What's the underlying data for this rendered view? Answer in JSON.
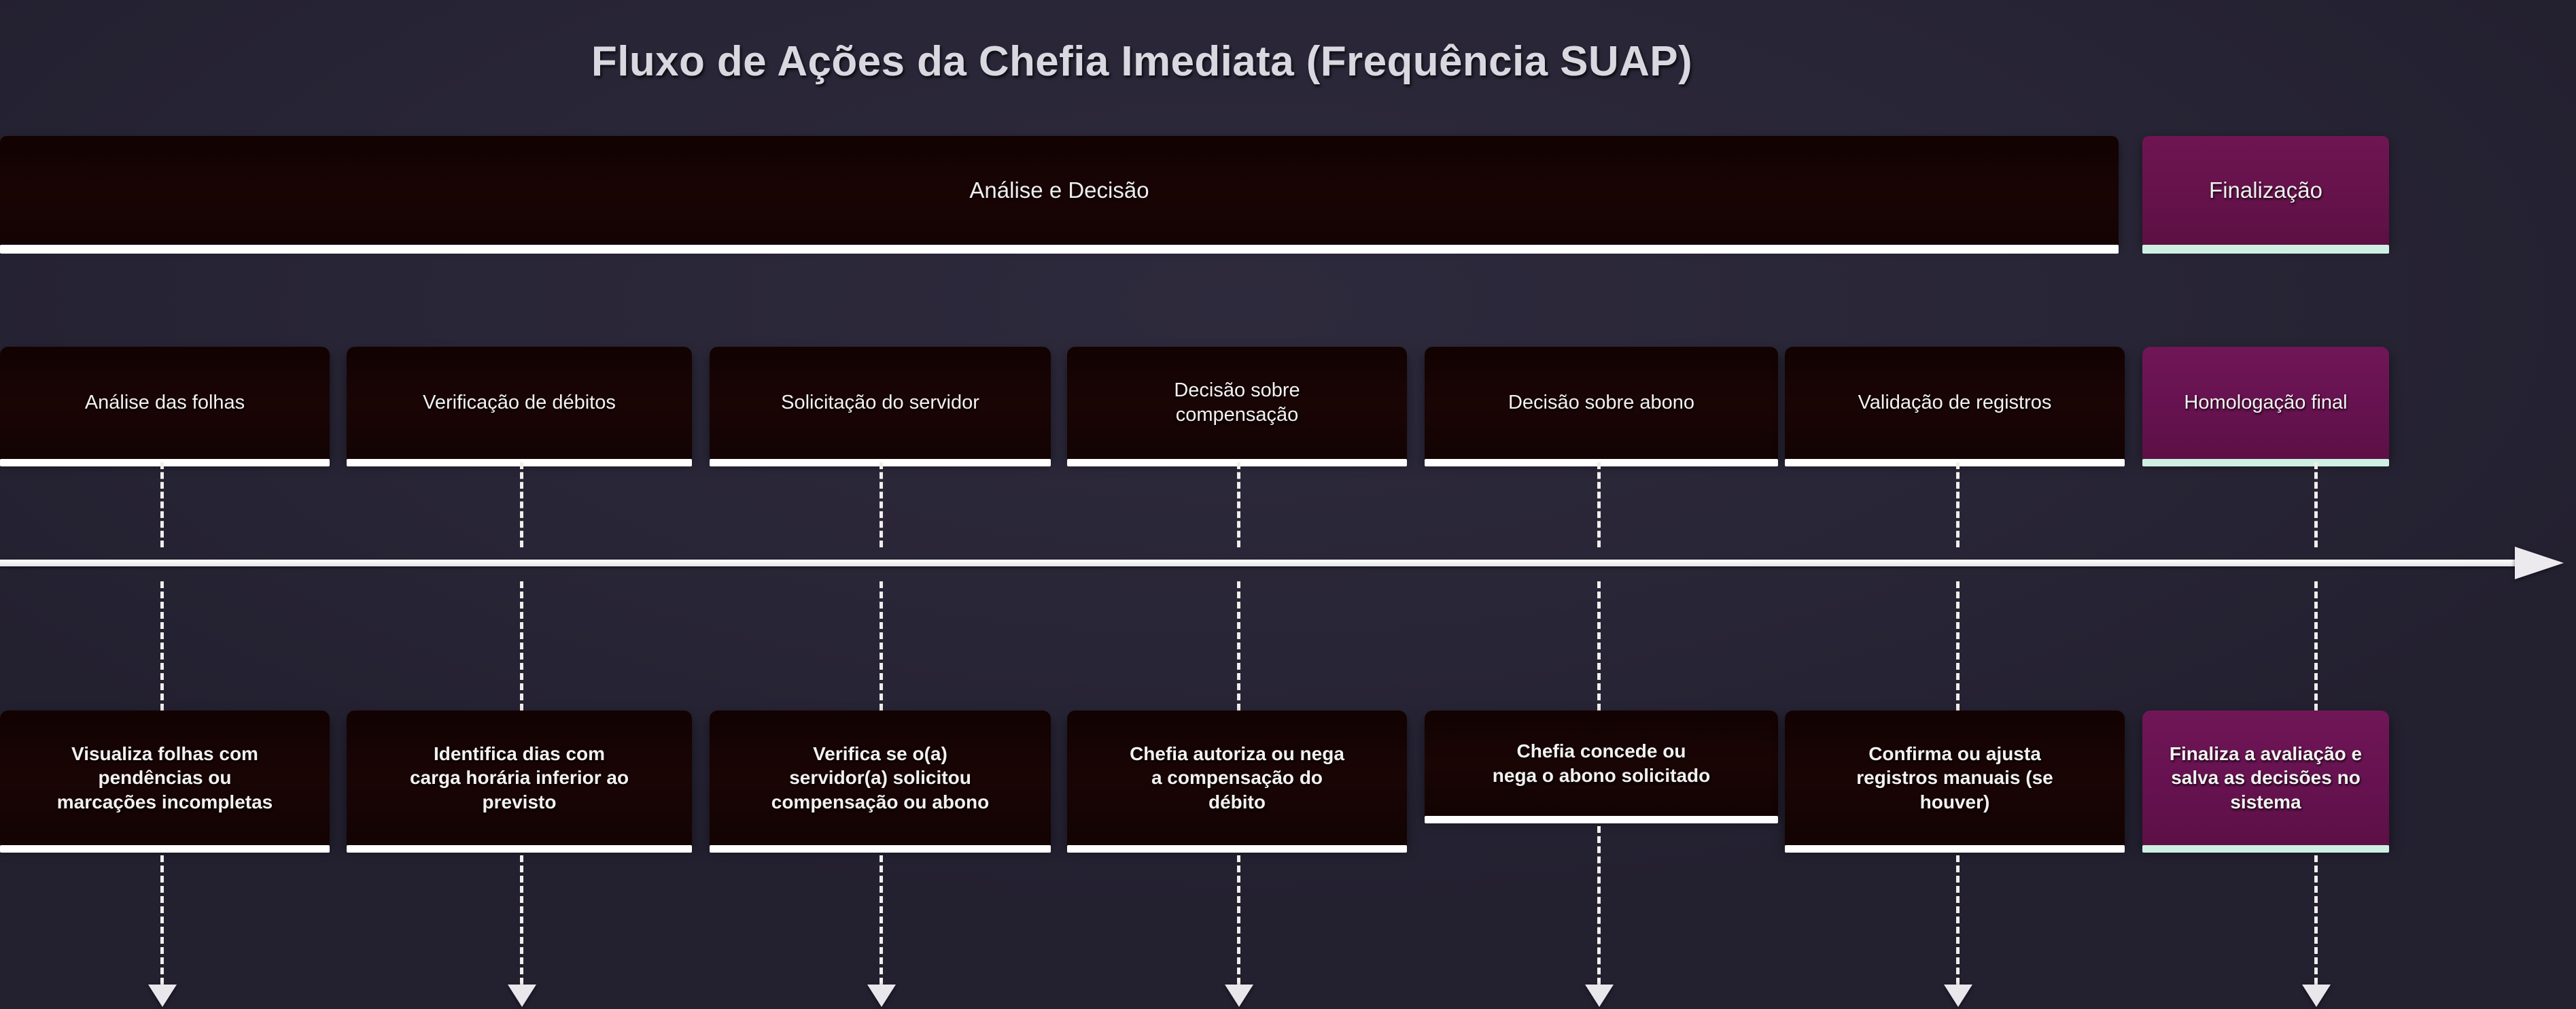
{
  "diagram": {
    "title": "Fluxo de Ações da Chefia Imediata (Frequência SUAP)",
    "type": "timeline-flow",
    "colors": {
      "background": "#282536",
      "card_dark": "#150404",
      "card_accent": "#671250",
      "underline_dark": "#ffffff",
      "underline_accent": "#cdf0e2",
      "text": "#f3f1f0",
      "arrow": "#ecebef"
    },
    "phases": [
      {
        "label": "Análise e Decisão",
        "style": "dark",
        "span_steps": 6
      },
      {
        "label": "Finalização",
        "style": "accent",
        "span_steps": 1
      }
    ],
    "steps": [
      {
        "title": "Análise das folhas",
        "description": "Visualiza folhas com\npendências ou\nmarcações incompletas",
        "style": "dark"
      },
      {
        "title": "Verificação de débitos",
        "description": "Identifica dias com\ncarga horária inferior ao\nprevisto",
        "style": "dark"
      },
      {
        "title": "Solicitação do servidor",
        "description": "Verifica se o(a)\nservidor(a) solicitou\ncompensação ou abono",
        "style": "dark"
      },
      {
        "title": "Decisão sobre\ncompensação",
        "description": "Chefia autoriza ou nega\na compensação do\ndébito",
        "style": "dark"
      },
      {
        "title": "Decisão sobre abono",
        "description": "Chefia concede ou\nnega o abono solicitado",
        "style": "dark"
      },
      {
        "title": "Validação de registros",
        "description": "Confirma ou ajusta\nregistros manuais (se\nhouver)",
        "style": "dark"
      },
      {
        "title": "Homologação final",
        "description": "Finaliza a avaliação e\nsalva as decisões no\nsistema",
        "style": "accent"
      }
    ]
  }
}
